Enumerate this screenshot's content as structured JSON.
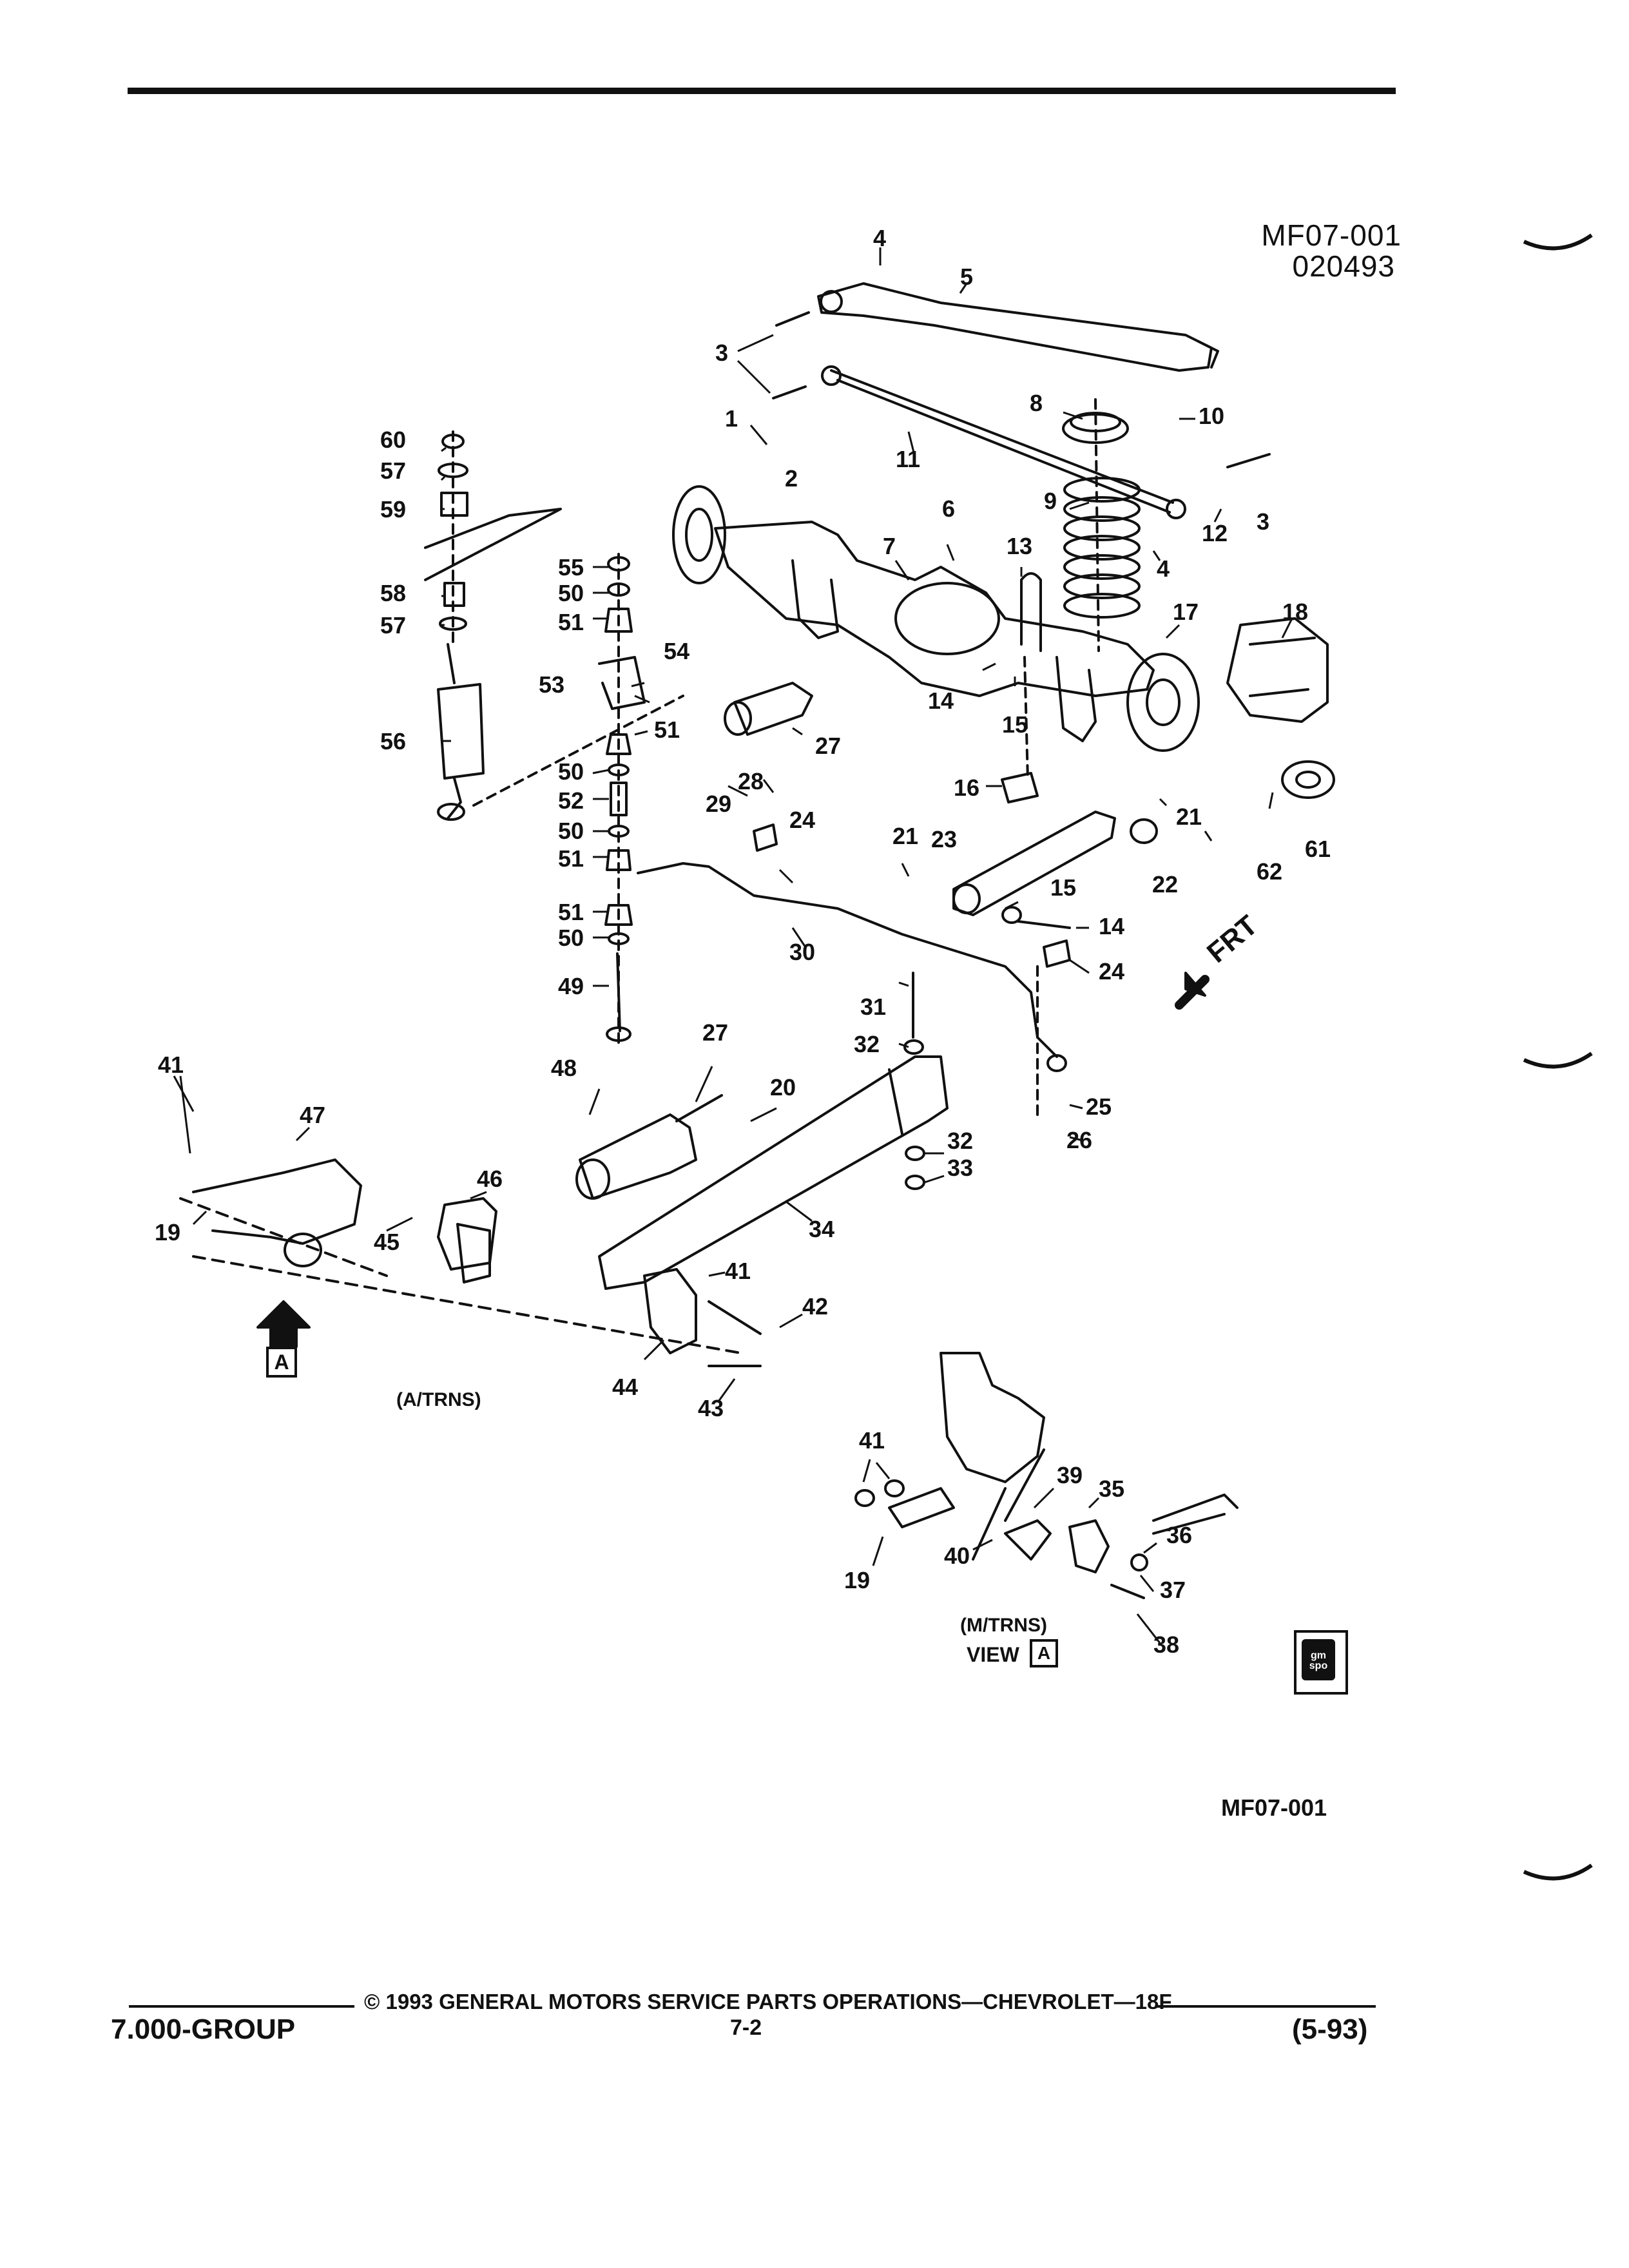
{
  "header": {
    "ref_code": "MF07-001",
    "ref_date": "020493"
  },
  "diagram": {
    "callouts": [
      {
        "id": "c4a",
        "text": "4"
      },
      {
        "id": "c5",
        "text": "5"
      },
      {
        "id": "c3a",
        "text": "3"
      },
      {
        "id": "c8",
        "text": "8"
      },
      {
        "id": "c10",
        "text": "10"
      },
      {
        "id": "c1",
        "text": "1"
      },
      {
        "id": "c2",
        "text": "2"
      },
      {
        "id": "c11",
        "text": "11"
      },
      {
        "id": "c3b",
        "text": "3"
      },
      {
        "id": "c12",
        "text": "12"
      },
      {
        "id": "c9",
        "text": "9"
      },
      {
        "id": "c4b",
        "text": "4"
      },
      {
        "id": "c60",
        "text": "60"
      },
      {
        "id": "c57a",
        "text": "57"
      },
      {
        "id": "c59",
        "text": "59"
      },
      {
        "id": "c58",
        "text": "58"
      },
      {
        "id": "c57b",
        "text": "57"
      },
      {
        "id": "c56",
        "text": "56"
      },
      {
        "id": "c55",
        "text": "55"
      },
      {
        "id": "c50a",
        "text": "50"
      },
      {
        "id": "c51a",
        "text": "51"
      },
      {
        "id": "c54",
        "text": "54"
      },
      {
        "id": "c53",
        "text": "53"
      },
      {
        "id": "c51b",
        "text": "51"
      },
      {
        "id": "c50b",
        "text": "50"
      },
      {
        "id": "c52",
        "text": "52"
      },
      {
        "id": "c50c",
        "text": "50"
      },
      {
        "id": "c51c",
        "text": "51"
      },
      {
        "id": "c51d",
        "text": "51"
      },
      {
        "id": "c50d",
        "text": "50"
      },
      {
        "id": "c49",
        "text": "49"
      },
      {
        "id": "c6",
        "text": "6"
      },
      {
        "id": "c7",
        "text": "7"
      },
      {
        "id": "c13",
        "text": "13"
      },
      {
        "id": "c17",
        "text": "17"
      },
      {
        "id": "c18",
        "text": "18"
      },
      {
        "id": "c14a",
        "text": "14"
      },
      {
        "id": "c15a",
        "text": "15"
      },
      {
        "id": "c27a",
        "text": "27"
      },
      {
        "id": "c28",
        "text": "28"
      },
      {
        "id": "c29",
        "text": "29"
      },
      {
        "id": "c16",
        "text": "16"
      },
      {
        "id": "c21a",
        "text": "21"
      },
      {
        "id": "c21b",
        "text": "21"
      },
      {
        "id": "c23",
        "text": "23"
      },
      {
        "id": "c24a",
        "text": "24"
      },
      {
        "id": "c22",
        "text": "22"
      },
      {
        "id": "c15b",
        "text": "15"
      },
      {
        "id": "c14b",
        "text": "14"
      },
      {
        "id": "c24b",
        "text": "24"
      },
      {
        "id": "c61",
        "text": "61"
      },
      {
        "id": "c62",
        "text": "62"
      },
      {
        "id": "c30",
        "text": "30"
      },
      {
        "id": "c31",
        "text": "31"
      },
      {
        "id": "c32a",
        "text": "32"
      },
      {
        "id": "c27b",
        "text": "27"
      },
      {
        "id": "c48",
        "text": "48"
      },
      {
        "id": "c20",
        "text": "20"
      },
      {
        "id": "c25",
        "text": "25"
      },
      {
        "id": "c26",
        "text": "26"
      },
      {
        "id": "c32b",
        "text": "32"
      },
      {
        "id": "c33",
        "text": "33"
      },
      {
        "id": "c34",
        "text": "34"
      },
      {
        "id": "c41a",
        "text": "41"
      },
      {
        "id": "c47",
        "text": "47"
      },
      {
        "id": "c46",
        "text": "46"
      },
      {
        "id": "c19a",
        "text": "19"
      },
      {
        "id": "c45",
        "text": "45"
      },
      {
        "id": "c41b",
        "text": "41"
      },
      {
        "id": "c42",
        "text": "42"
      },
      {
        "id": "c44",
        "text": "44"
      },
      {
        "id": "c43",
        "text": "43"
      },
      {
        "id": "c41c",
        "text": "41"
      },
      {
        "id": "c39",
        "text": "39"
      },
      {
        "id": "c35",
        "text": "35"
      },
      {
        "id": "c36",
        "text": "36"
      },
      {
        "id": "c40",
        "text": "40"
      },
      {
        "id": "c37",
        "text": "37"
      },
      {
        "id": "c19b",
        "text": "19"
      },
      {
        "id": "c38",
        "text": "38"
      }
    ],
    "view_a_box": "A",
    "at_label": "(A/TRNS)",
    "mt_label": "(M/TRNS)",
    "view_label": "VIEW",
    "view_letter": "A",
    "frt_label": "FRT",
    "logo_text": "gm spo"
  },
  "figure_code": "MF07-001",
  "footer": {
    "copyright": "©  1993  GENERAL MOTORS SERVICE PARTS OPERATIONS—CHEVROLET—18F",
    "group": "7.000-GROUP",
    "page": "7-2",
    "date": "(5-93)"
  }
}
